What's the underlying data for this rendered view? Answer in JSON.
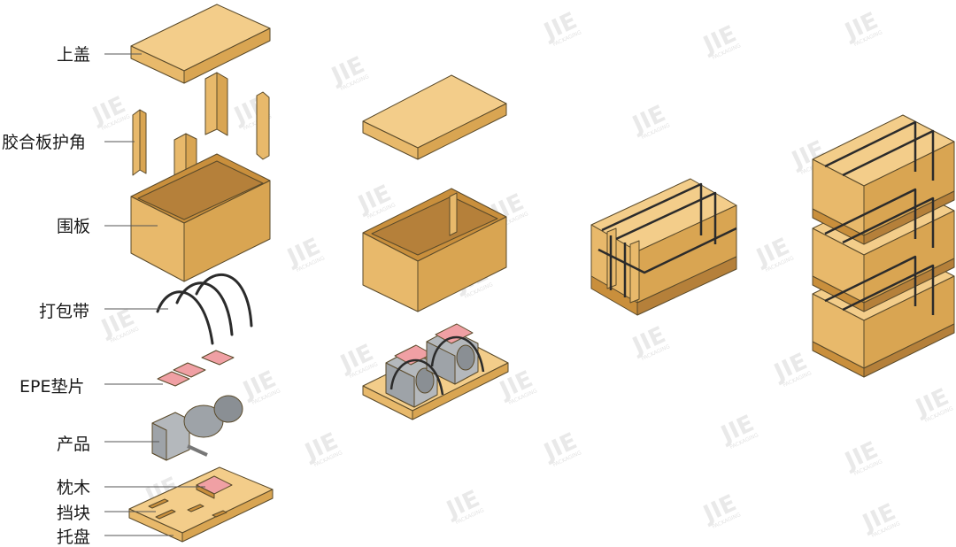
{
  "labels": {
    "lid": "上盖",
    "plywood_corner": "胶合板护角",
    "side_panels": "围板",
    "strapping": "打包带",
    "epe_pads": "EPE垫片",
    "product": "产品",
    "sleeper": "枕木",
    "stop_block": "挡块",
    "pallet": "托盘"
  },
  "watermark": {
    "mark": "JIE",
    "sub": "PACKAGING"
  },
  "colors": {
    "wood_top": "#f3cd8a",
    "wood_front": "#e8b96b",
    "wood_side": "#d9a552",
    "wood_dark": "#c98f3c",
    "strap": "#2b2b2b",
    "epe": "#f0a0a4",
    "motor": "#9ea3a8"
  }
}
